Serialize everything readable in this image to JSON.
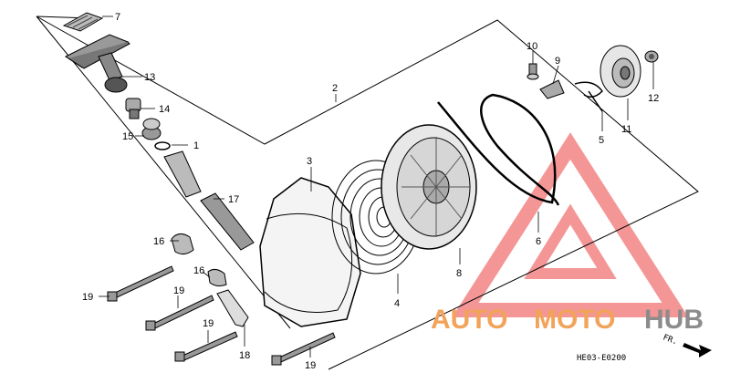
{
  "diagram": {
    "code": "HE03-E0200",
    "direction_label": "FR.",
    "callouts": [
      "1",
      "2",
      "3",
      "4",
      "5",
      "6",
      "7",
      "8",
      "9",
      "10",
      "11",
      "12",
      "13",
      "14",
      "15",
      "16",
      "16",
      "17",
      "18",
      "19",
      "19",
      "19",
      "19"
    ]
  },
  "watermark": {
    "word1": "AUTO",
    "word2": "MOTO",
    "word3": "HUB",
    "color_primary": "#f2a35a",
    "color_secondary": "#8c8c8c",
    "color_triangle": "#f06a6a"
  }
}
